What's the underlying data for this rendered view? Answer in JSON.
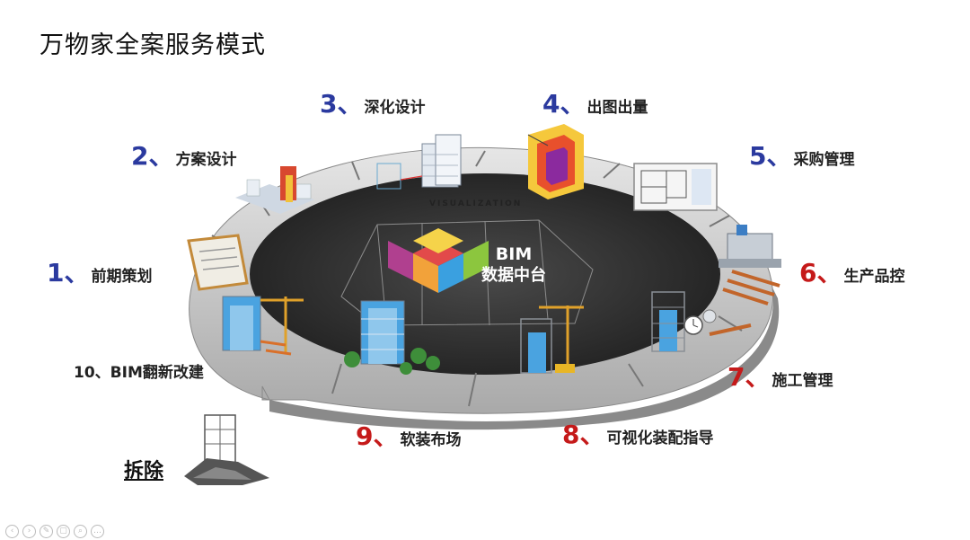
{
  "title": "万物家全案服务模式",
  "hub": {
    "line1": "BIM",
    "line2": "数据中台",
    "ring_text": "VISUALIZATION"
  },
  "steps": [
    {
      "num": "1、",
      "label": "前期策划",
      "color": "blue"
    },
    {
      "num": "2、",
      "label": "方案设计",
      "color": "blue"
    },
    {
      "num": "3、",
      "label": "深化设计",
      "color": "blue"
    },
    {
      "num": "4、",
      "label": "出图出量",
      "color": "blue"
    },
    {
      "num": "5、",
      "label": "采购管理",
      "color": "blue"
    },
    {
      "num": "6、",
      "label": "生产品控",
      "color": "red"
    },
    {
      "num": "7、",
      "label": "施工管理",
      "color": "red"
    },
    {
      "num": "8、",
      "label": "可视化装配指导",
      "color": "red"
    },
    {
      "num": "9、",
      "label": "软装布场",
      "color": "red"
    },
    {
      "label": "10、BIM翻新改建"
    }
  ],
  "demolish": "拆除",
  "colors": {
    "blue": "#2b3a9f",
    "red": "#c51a1a",
    "hub": "#2d2d2d",
    "ring": "#bdbdbd"
  },
  "toolbar_icons": [
    "prev-icon",
    "next-icon",
    "pen-icon",
    "copy-icon",
    "zoom-icon",
    "more-icon"
  ]
}
